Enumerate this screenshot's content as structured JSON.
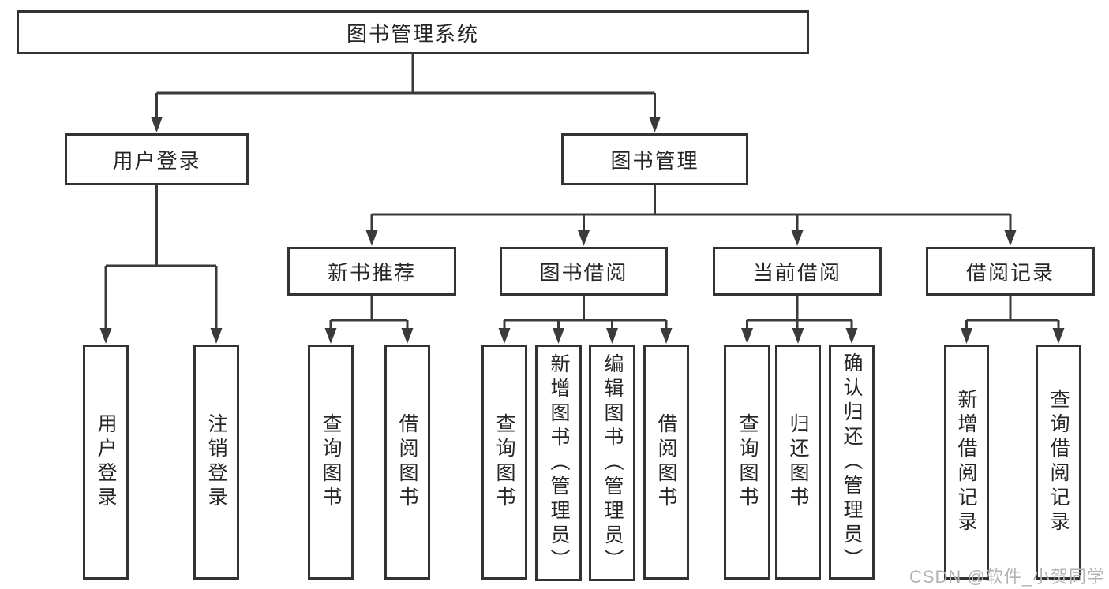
{
  "tree": {
    "label": "图书管理系统",
    "children": [
      {
        "label": "用户登录",
        "children": [
          {
            "label": "用户登录"
          },
          {
            "label": "注销登录"
          }
        ]
      },
      {
        "label": "图书管理",
        "children": [
          {
            "label": "新书推荐",
            "children": [
              {
                "label": "查询图书"
              },
              {
                "label": "借阅图书"
              }
            ]
          },
          {
            "label": "图书借阅",
            "children": [
              {
                "label": "查询图书"
              },
              {
                "label": "新增图书（管理员）"
              },
              {
                "label": "编辑图书（管理员）"
              },
              {
                "label": "借阅图书"
              }
            ]
          },
          {
            "label": "当前借阅",
            "children": [
              {
                "label": "查询图书"
              },
              {
                "label": "归还图书"
              },
              {
                "label": "确认归还（管理员）"
              }
            ]
          },
          {
            "label": "借阅记录",
            "children": [
              {
                "label": "新增借阅记录"
              },
              {
                "label": "查询借阅记录"
              }
            ]
          }
        ]
      }
    ]
  },
  "watermark": {
    "text": "CSDN @软件_小贺同学"
  },
  "colors": {
    "line": "#3a3a3a",
    "box_border": "#333333",
    "text": "#262626",
    "background": "#ffffff",
    "watermark": "#b3b3b3"
  }
}
